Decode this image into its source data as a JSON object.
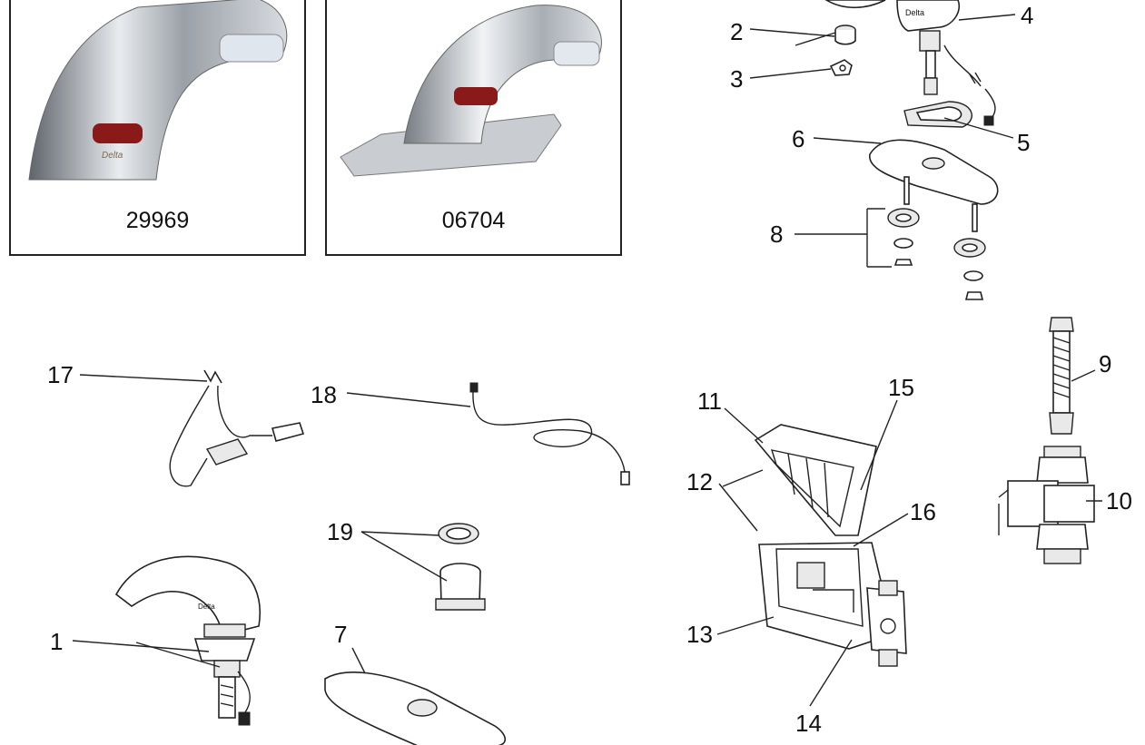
{
  "photos": [
    {
      "model": "29969",
      "brand_mark": "Delta"
    },
    {
      "model": "06704"
    }
  ],
  "callouts": [
    "1",
    "2",
    "3",
    "4",
    "5",
    "6",
    "7",
    "8",
    "9",
    "10",
    "11",
    "12",
    "13",
    "14",
    "15",
    "16",
    "17",
    "18",
    "19"
  ],
  "colors": {
    "line": "#222222",
    "background": "#ffffff",
    "chrome": "#b8bcc2",
    "sensor": "#8a1a1a"
  }
}
